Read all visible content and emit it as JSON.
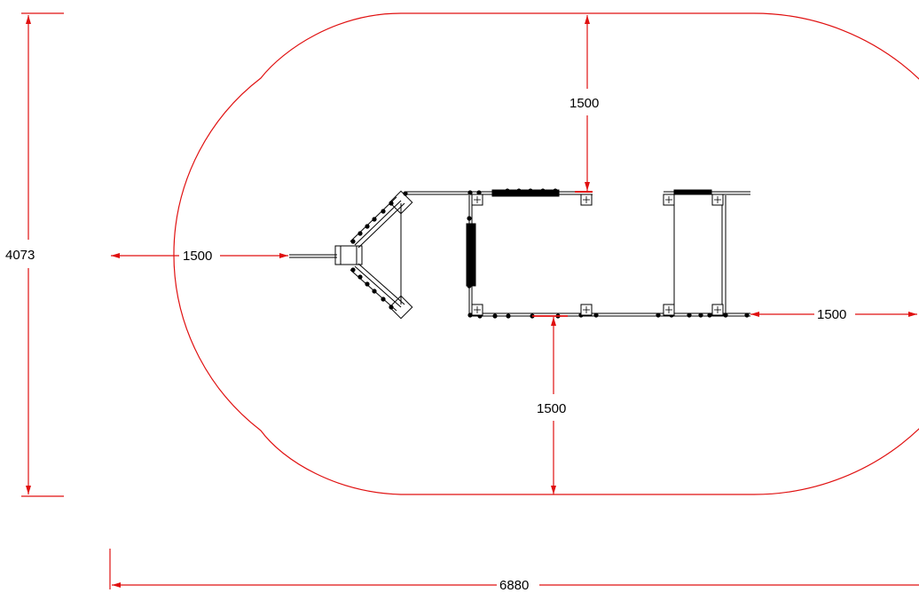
{
  "drawing": {
    "colors": {
      "dimension": "#e01010",
      "safety_zone": "#e01010",
      "equipment": "#000000",
      "background": "#ffffff"
    },
    "dimensions": {
      "total_height": "4073",
      "total_width": "6880",
      "left_clearance": "1500",
      "right_clearance": "1500",
      "top_clearance": "1500",
      "bottom_clearance": "1500"
    }
  }
}
